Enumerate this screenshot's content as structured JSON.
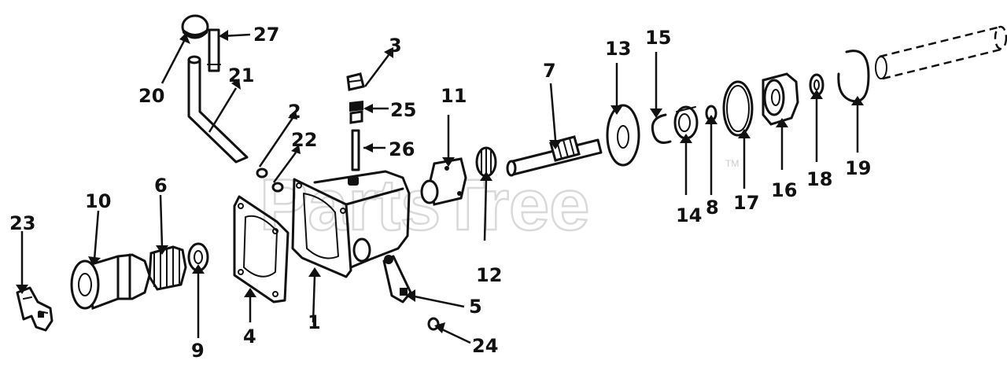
{
  "watermark": {
    "text": "PartsTree",
    "tm": "TM"
  },
  "parts": {
    "p1": "1",
    "p2": "2",
    "p3": "3",
    "p4": "4",
    "p5": "5",
    "p6": "6",
    "p7": "7",
    "p8": "8",
    "p9": "9",
    "p10": "10",
    "p11": "11",
    "p12": "12",
    "p13": "13",
    "p14": "14",
    "p15": "15",
    "p16": "16",
    "p17": "17",
    "p18": "18",
    "p19": "19",
    "p20": "20",
    "p21": "21",
    "p22": "22",
    "p23": "23",
    "p24": "24",
    "p25": "25",
    "p26": "26",
    "p27": "27"
  }
}
